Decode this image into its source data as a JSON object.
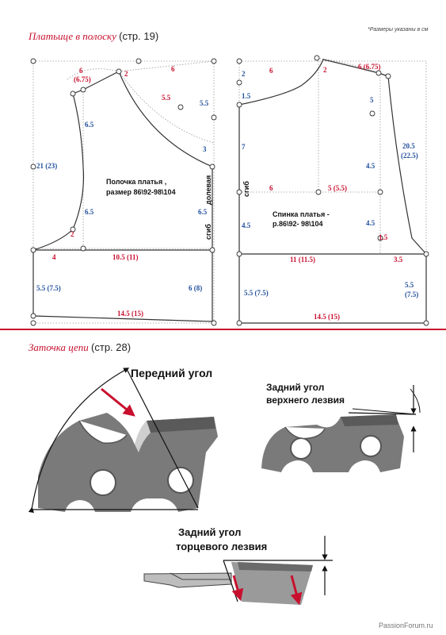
{
  "header": {
    "dress_title": "Платьице в полоску",
    "dress_page": "(стр. 19)",
    "size_note": "*Размеры указаны в см",
    "chain_title": "Заточка цепи",
    "chain_page": "(стр. 28)"
  },
  "front_pattern": {
    "caption_line1": "Полочка платья ,",
    "caption_line2": "размер 86\\92-98\\104",
    "side_label_grain": "долевая",
    "side_label_fold": "сгиб",
    "dims": {
      "shoulder_a": "6",
      "shoulder_b": "(6.75)",
      "neck_offset": "2",
      "top_width": "6",
      "neck_depth": "5.5",
      "neck_right": "5.5",
      "right_3": "3",
      "armhole_upper": "6.5",
      "armhole_lower": "6.5",
      "right_lower": "6.5",
      "height": "21 (23)",
      "underarm": "2",
      "waist_left": "4",
      "waist_width": "10.5 (11)",
      "skirt_left": "5.5 (7.5)",
      "skirt_right": "6 (8)",
      "hem": "14.5 (15)"
    }
  },
  "back_pattern": {
    "caption_line1": "Спинка платья -",
    "caption_line2": "р.86\\92- 98\\104",
    "side_label_fold": "сгиб",
    "dims": {
      "left_2": "2",
      "top_6": "6",
      "neck_2": "2",
      "shoulder": "6 (6.75)",
      "left_15": "1.5",
      "right_5": "5",
      "left_7": "7",
      "armhole": "20.5",
      "armhole_b": "(22.5)",
      "right_45a": "4.5",
      "mid_6": "6",
      "mid_55": "5 (5.5)",
      "left_45": "4.5",
      "right_45b": "4.5",
      "underarm": "1.5",
      "waist_width": "11 (11.5)",
      "right_35": "3.5",
      "skirt_left": "5.5 (7.5)",
      "skirt_right_a": "5.5",
      "skirt_right_b": "(7.5)",
      "hem": "14.5 (15)"
    }
  },
  "chain_diagram": {
    "rake_angle": "Передний угол",
    "top_plate_angle_l1": "Задний угол",
    "top_plate_angle_l2": "верхнего лезвия",
    "side_plate_angle_l1": "Задний угол",
    "side_plate_angle_l2": "торцевого лезвия"
  },
  "watermark": "PassionForum.ru",
  "colors": {
    "accent_red": "#c8102e",
    "label_blue": "#1f4e9c",
    "label_red": "#c8102e",
    "chain_gray": "#7a7a7a"
  }
}
